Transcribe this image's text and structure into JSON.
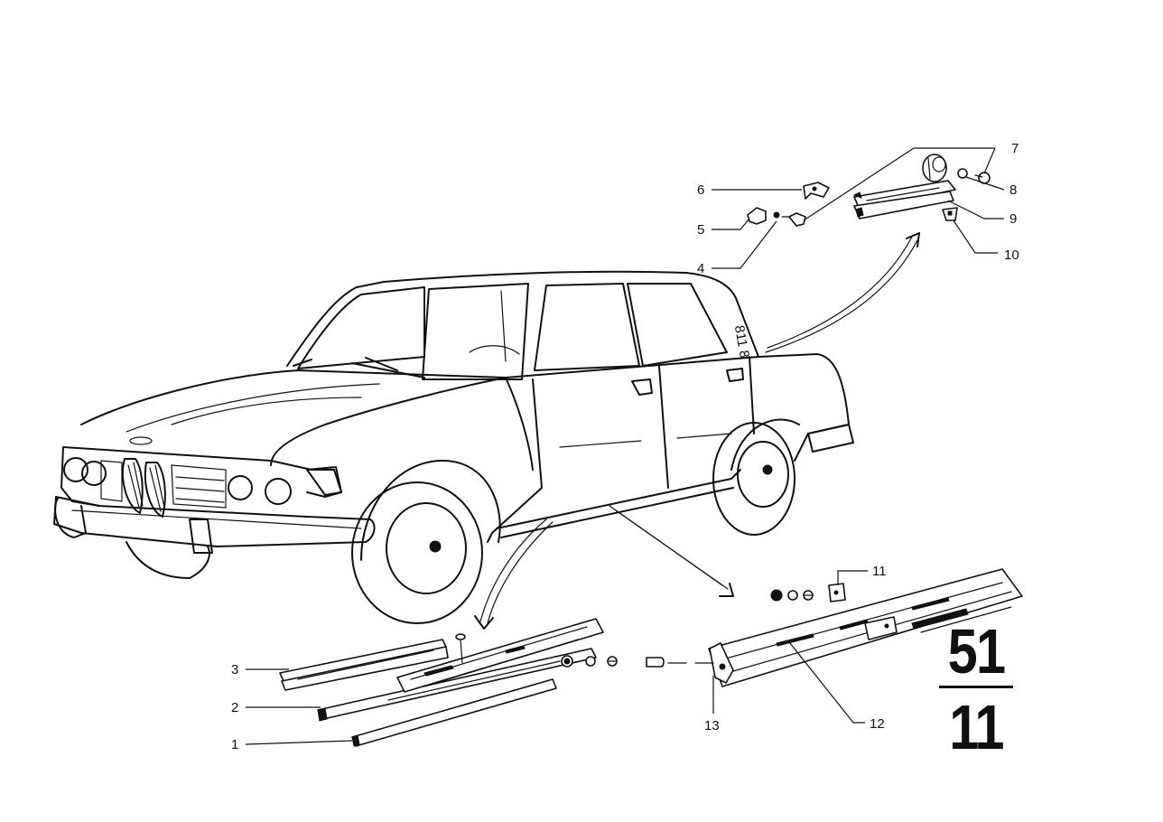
{
  "diagram": {
    "group_number": "51",
    "subgroup_number": "11",
    "callouts": [
      "1",
      "2",
      "3",
      "4",
      "5",
      "6",
      "7",
      "8",
      "9",
      "10",
      "11",
      "12",
      "13"
    ]
  },
  "colors": {
    "ink": "#111111",
    "paper": "#ffffff"
  }
}
